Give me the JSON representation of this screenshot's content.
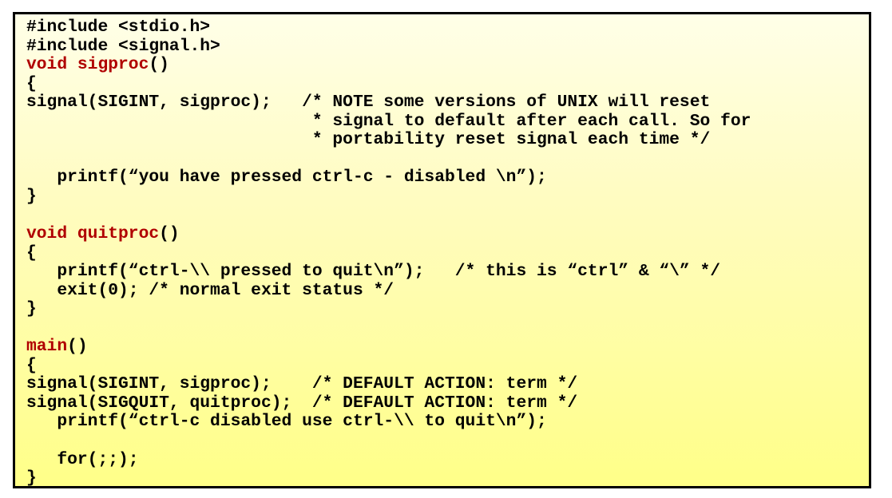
{
  "colors": {
    "keyword": "#b00000",
    "text": "#000000",
    "border": "#000000",
    "background_top": "#ffffe8",
    "background_bottom": "#ffff88"
  },
  "code": {
    "lines": [
      {
        "segments": [
          {
            "text": "#include <stdio.h>"
          }
        ]
      },
      {
        "segments": [
          {
            "text": "#include <signal.h>"
          }
        ]
      },
      {
        "segments": [
          {
            "text": "void sigproc",
            "kw": true
          },
          {
            "text": "()"
          }
        ]
      },
      {
        "segments": [
          {
            "text": "{"
          }
        ]
      },
      {
        "segments": [
          {
            "text": "signal(SIGINT, sigproc);   /* NOTE some versions of UNIX will reset"
          }
        ]
      },
      {
        "segments": [
          {
            "text": "                            * signal to default after each call. So for"
          }
        ]
      },
      {
        "segments": [
          {
            "text": "                            * portability reset signal each time */"
          }
        ]
      },
      {
        "segments": [
          {
            "text": ""
          }
        ]
      },
      {
        "segments": [
          {
            "text": "   printf(“you have pressed ctrl-c - disabled \\n”);"
          }
        ]
      },
      {
        "segments": [
          {
            "text": "}"
          }
        ]
      },
      {
        "segments": [
          {
            "text": ""
          }
        ]
      },
      {
        "segments": [
          {
            "text": "void quitproc",
            "kw": true
          },
          {
            "text": "()"
          }
        ]
      },
      {
        "segments": [
          {
            "text": "{"
          }
        ]
      },
      {
        "segments": [
          {
            "text": "   printf(“ctrl-\\\\ pressed to quit\\n”);   /* this is “ctrl” & “\\” */"
          }
        ]
      },
      {
        "segments": [
          {
            "text": "   exit(0); /* normal exit status */"
          }
        ]
      },
      {
        "segments": [
          {
            "text": "}"
          }
        ]
      },
      {
        "segments": [
          {
            "text": ""
          }
        ]
      },
      {
        "segments": [
          {
            "text": "main",
            "kw": true
          },
          {
            "text": "()"
          }
        ]
      },
      {
        "segments": [
          {
            "text": "{"
          }
        ]
      },
      {
        "segments": [
          {
            "text": "signal(SIGINT, sigproc);    /* DEFAULT ACTION: term */"
          }
        ]
      },
      {
        "segments": [
          {
            "text": "signal(SIGQUIT, quitproc);  /* DEFAULT ACTION: term */"
          }
        ]
      },
      {
        "segments": [
          {
            "text": "   printf(“ctrl-c disabled use ctrl-\\\\ to quit\\n”);"
          }
        ]
      },
      {
        "segments": [
          {
            "text": ""
          }
        ]
      },
      {
        "segments": [
          {
            "text": "   for(;;);"
          }
        ]
      },
      {
        "segments": [
          {
            "text": "}"
          }
        ]
      }
    ]
  }
}
